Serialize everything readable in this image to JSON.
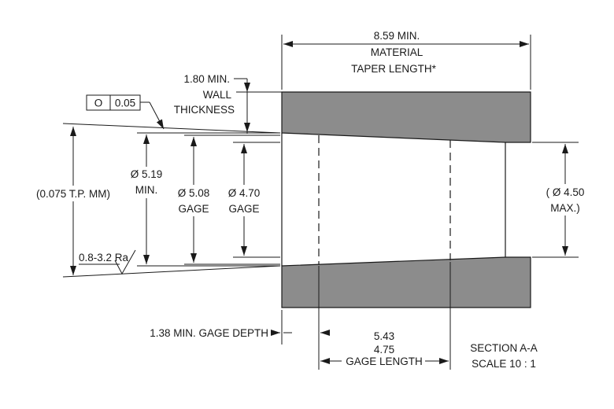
{
  "dimensions": {
    "taper_length": [
      "8.59 MIN.",
      "MATERIAL",
      "TAPER LENGTH*"
    ],
    "wall_thickness": [
      "1.80 MIN.",
      "WALL",
      "THICKNESS"
    ],
    "tolerance_symbol": "O",
    "tolerance_value": "0.05",
    "tp_mm": "(0.075 T.P. MM)",
    "dia_519": [
      "Ø 5.19",
      "MIN."
    ],
    "dia_508": [
      "Ø 5.08",
      "GAGE"
    ],
    "dia_470": [
      "Ø 4.70",
      "GAGE"
    ],
    "dia_450": [
      "( Ø 4.50",
      "MAX.)"
    ],
    "roughness": "0.8-3.2 Ra",
    "gage_depth": "1.38 MIN. GAGE DEPTH",
    "gage_length": [
      "5.43",
      "4.75",
      "GAGE LENGTH"
    ]
  },
  "section": {
    "title": "SECTION  A-A",
    "scale": "SCALE 10 : 1"
  },
  "colors": {
    "section_fill": "#8c8c8c",
    "line": "#1a1a1a"
  }
}
